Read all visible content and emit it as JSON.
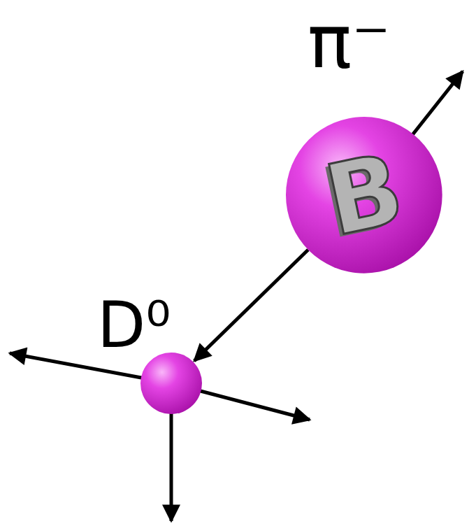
{
  "diagram": {
    "nodes": [
      {
        "text": [
          "B"
        ]
      },
      {
        "text": [
          "D⁰"
        ]
      }
    ],
    "edges": [
      {
        "from": 0,
        "to": 1,
        "arrow": "to"
      }
    ],
    "labels": [
      "π⁻"
    ]
  }
}
